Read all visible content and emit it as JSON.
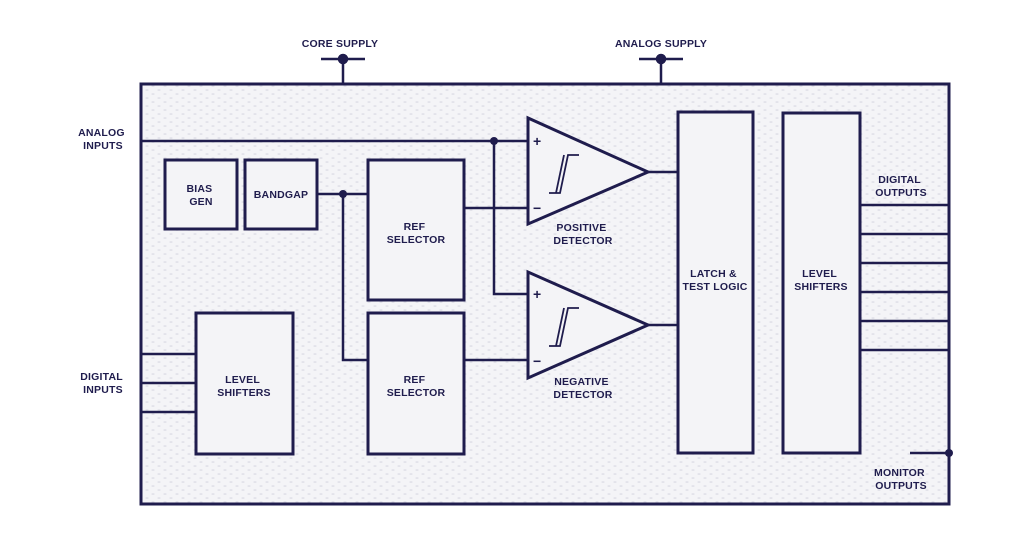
{
  "colors": {
    "ink": "#1f1c4d",
    "fill": "#f3f3f6",
    "dots": "#dcdce4"
  },
  "labels": {
    "core_supply": "CORE SUPPLY",
    "analog_supply": "ANALOG SUPPLY",
    "analog_inputs": [
      "ANALOG",
      "INPUTS"
    ],
    "digital_inputs": [
      "DIGITAL",
      "INPUTS"
    ],
    "digital_outputs": [
      "DIGITAL",
      "OUTPUTS"
    ],
    "monitor_outputs": [
      "MONITOR",
      "OUTPUTS"
    ]
  },
  "blocks": {
    "bias_gen": [
      "BIAS",
      "GEN"
    ],
    "bandgap": [
      "BANDGAP"
    ],
    "ref_selector_top": [
      "REF",
      "SELECTOR"
    ],
    "ref_selector_bottom": [
      "REF",
      "SELECTOR"
    ],
    "level_shifters_left": [
      "LEVEL",
      "SHIFTERS"
    ],
    "latch_test_logic": [
      "LATCH &",
      "TEST LOGIC"
    ],
    "level_shifters_right": [
      "LEVEL",
      "SHIFTERS"
    ]
  },
  "comparators": {
    "positive": {
      "label": [
        "POSITIVE",
        "DETECTOR"
      ],
      "plus": "+",
      "minus": "−"
    },
    "negative": {
      "label": [
        "NEGATIVE",
        "DETECTOR"
      ],
      "plus": "+",
      "minus": "−"
    }
  }
}
